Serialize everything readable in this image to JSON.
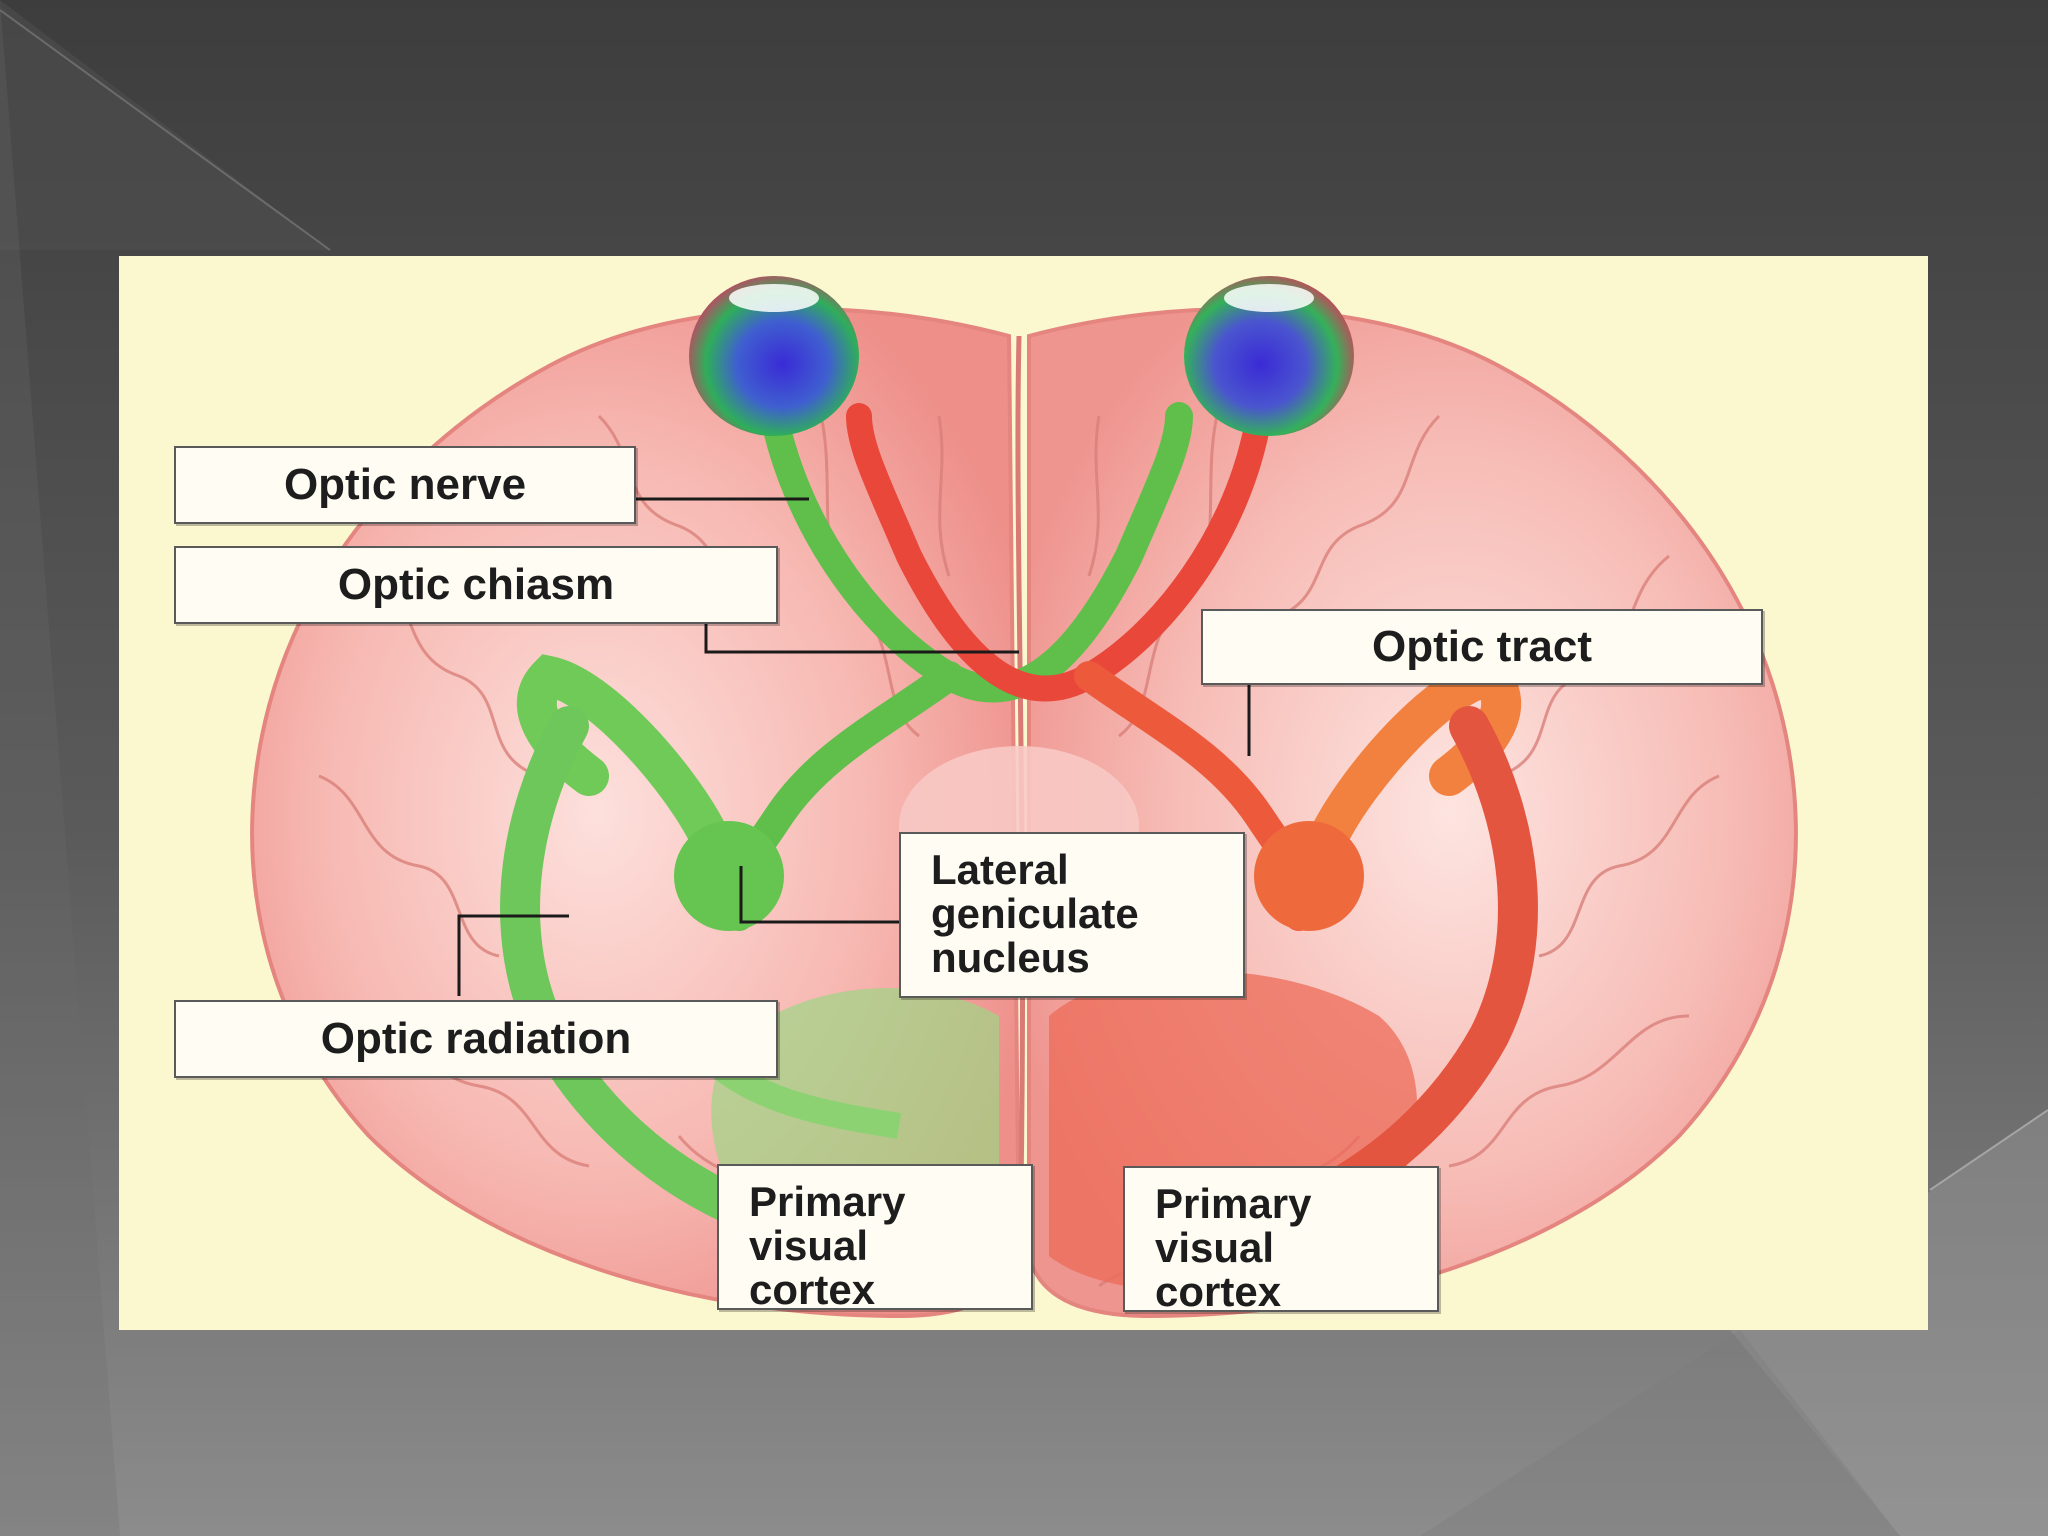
{
  "diagram": {
    "labels": {
      "optic_nerve": "Optic nerve",
      "optic_chiasm": "Optic chiasm",
      "optic_tract": "Optic tract",
      "lgn": [
        "Lateral",
        "geniculate",
        "nucleus"
      ],
      "optic_radiation": "Optic radiation",
      "cortex_left": [
        "Primary",
        "visual",
        "cortex"
      ],
      "cortex_right": [
        "Primary",
        "visual",
        "cortex"
      ]
    },
    "colors": {
      "left_pathway": "#5fbf4a",
      "right_pathway": "#e8473a",
      "brain_pink": "#f4a9a4",
      "panel_background": "#fbf7cf",
      "slide_background": "#4a4a4a"
    }
  }
}
